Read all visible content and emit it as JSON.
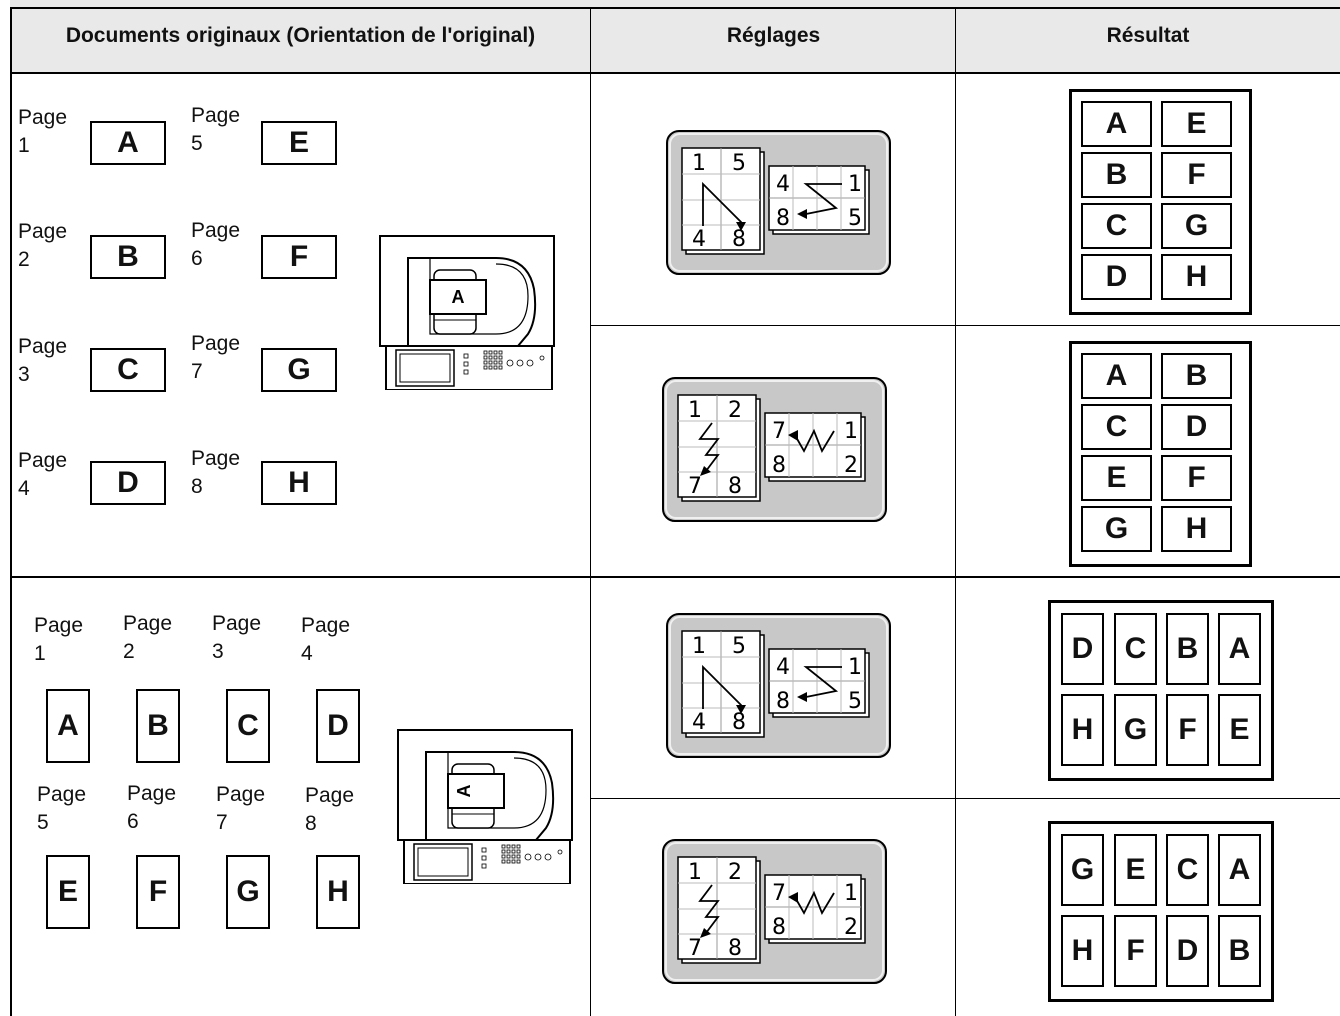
{
  "header": {
    "col1": "Documents originaux (Orientation de l'original)",
    "col2": "Réglages",
    "col3": "Résultat"
  },
  "section1": {
    "pages": [
      {
        "label": "Page\n1",
        "letter": "A"
      },
      {
        "label": "Page\n2",
        "letter": "B"
      },
      {
        "label": "Page\n3",
        "letter": "C"
      },
      {
        "label": "Page\n4",
        "letter": "D"
      },
      {
        "label": "Page\n5",
        "letter": "E"
      },
      {
        "label": "Page\n6",
        "letter": "F"
      },
      {
        "label": "Page\n7",
        "letter": "G"
      },
      {
        "label": "Page\n8",
        "letter": "H"
      }
    ],
    "feeder_letter": "A",
    "results": [
      [
        "A",
        "E",
        "B",
        "F",
        "C",
        "G",
        "D",
        "H"
      ],
      [
        "A",
        "B",
        "C",
        "D",
        "E",
        "F",
        "G",
        "H"
      ]
    ]
  },
  "section2": {
    "pages": [
      {
        "label": "Page\n1",
        "letter": "A"
      },
      {
        "label": "Page\n2",
        "letter": "B"
      },
      {
        "label": "Page\n3",
        "letter": "C"
      },
      {
        "label": "Page\n4",
        "letter": "D"
      },
      {
        "label": "Page\n5",
        "letter": "E"
      },
      {
        "label": "Page\n6",
        "letter": "F"
      },
      {
        "label": "Page\n7",
        "letter": "G"
      },
      {
        "label": "Page\n8",
        "letter": "H"
      }
    ],
    "feeder_letter": "A",
    "results": [
      [
        "D",
        "C",
        "B",
        "A",
        "H",
        "G",
        "F",
        "E"
      ],
      [
        "G",
        "E",
        "C",
        "A",
        "H",
        "F",
        "D",
        "B"
      ]
    ]
  },
  "settings": {
    "layout_a": {
      "left": [
        "1",
        "5",
        "4",
        "8"
      ],
      "right": [
        "4",
        "1",
        "8",
        "5"
      ]
    },
    "layout_b": {
      "left": [
        "1",
        "2",
        "7",
        "8"
      ],
      "right": [
        "7",
        "1",
        "8",
        "2"
      ]
    }
  }
}
